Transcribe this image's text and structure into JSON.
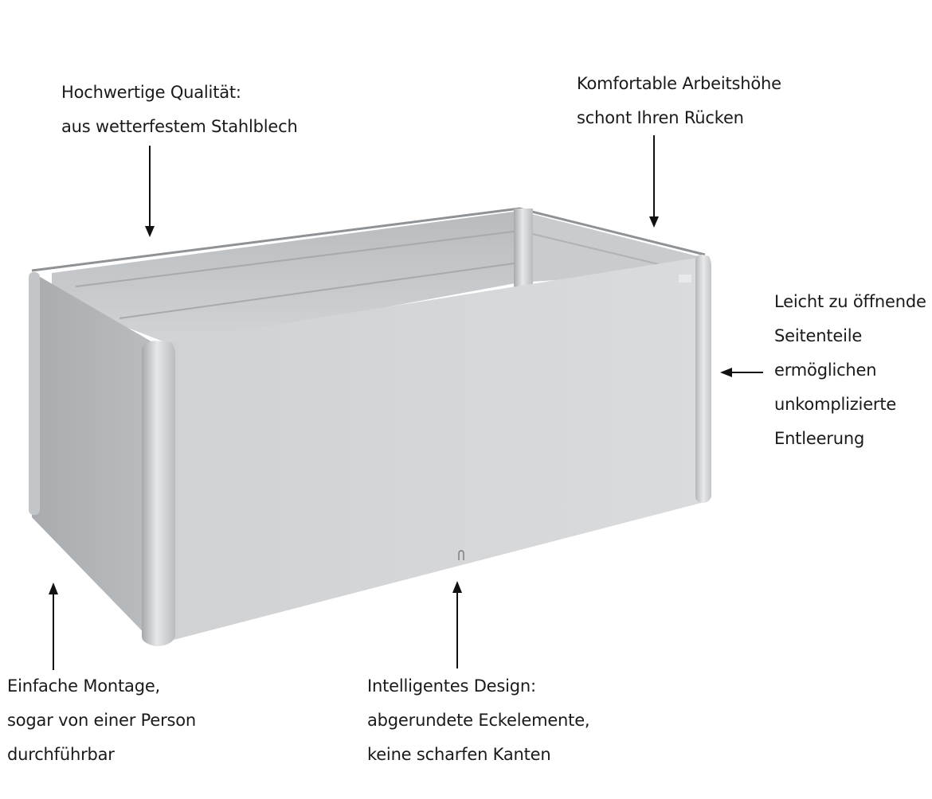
{
  "callouts": {
    "quality": {
      "lines": [
        "Hochwertige Qualität:",
        "aus wetterfestem Stahlblech"
      ]
    },
    "height": {
      "lines": [
        "Komfortable Arbeitshöhe",
        "schont Ihren Rücken"
      ]
    },
    "sides": {
      "lines": [
        "Leicht zu öffnende",
        "Seitenteile",
        "ermöglichen",
        "unkomplizierte",
        "Entleerung"
      ]
    },
    "assembly": {
      "lines": [
        "Einfache Montage,",
        "sogar von einer Person",
        "durchführbar"
      ]
    },
    "design": {
      "lines": [
        "Intelligentes Design:",
        "abgerundete Eckelemente,",
        "keine scharfen Kanten"
      ]
    }
  },
  "colors": {
    "text": "#1a1a1a",
    "arrow": "#111111",
    "panel_front": "#d4d6d8",
    "panel_side": "#b3b6b9",
    "panel_inner": "#c6c8ca"
  }
}
